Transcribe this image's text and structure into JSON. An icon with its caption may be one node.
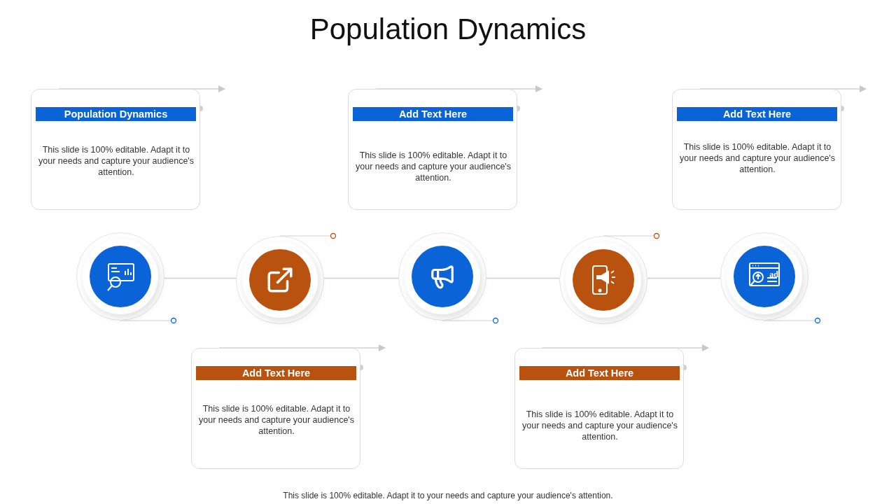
{
  "diagram": {
    "title": "Population Dynamics",
    "nodes": [
      {
        "text": [
          "Population Dynamics",
          "This slide is 100% editable. Adapt it to your needs and capture your audience's attention."
        ]
      },
      {
        "text": [
          "Add Text Here",
          "This slide is 100% editable. Adapt it to your needs and capture your audience's attention."
        ]
      },
      {
        "text": [
          "Add Text Here",
          "This slide is 100% editable. Adapt it to your needs and capture your audience's attention."
        ]
      },
      {
        "text": [],
        "shape": "circle"
      },
      {
        "text": [],
        "shape": "circle"
      },
      {
        "text": [],
        "shape": "circle"
      },
      {
        "text": [],
        "shape": "circle"
      },
      {
        "text": [],
        "shape": "circle"
      },
      {
        "text": [
          "Add Text Here",
          "This slide is 100% editable. Adapt it to your needs and capture your audience's attention."
        ]
      },
      {
        "text": [
          "Add Text Here",
          "This slide is 100% editable. Adapt it to your needs and capture your audience's attention."
        ]
      }
    ],
    "edges": [
      {
        "from": 3,
        "to": 4,
        "arrow": "none"
      },
      {
        "from": 4,
        "to": 5,
        "arrow": "none"
      },
      {
        "from": 5,
        "to": 6,
        "arrow": "none"
      },
      {
        "from": 6,
        "to": 7,
        "arrow": "none"
      },
      {
        "from": 3,
        "to": null,
        "arrow": "other"
      },
      {
        "from": 4,
        "to": null,
        "arrow": "other"
      },
      {
        "from": 5,
        "to": null,
        "arrow": "other"
      },
      {
        "from": 6,
        "to": null,
        "arrow": "other"
      },
      {
        "from": 7,
        "to": null,
        "arrow": "other"
      }
    ],
    "labels": [
      "ad"
    ],
    "caption": "This slide is 100% editable. Adapt it to your needs and capture your audience's attention."
  }
}
